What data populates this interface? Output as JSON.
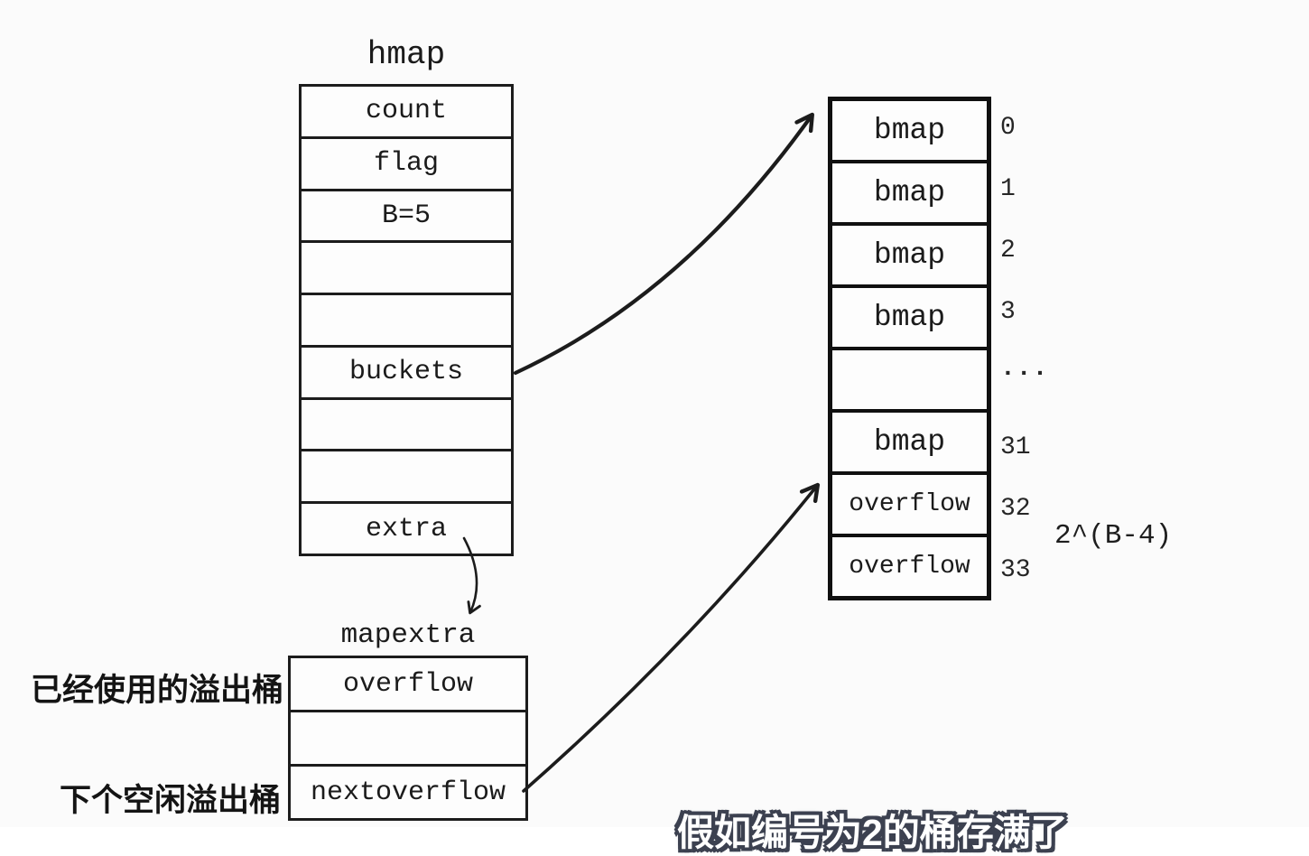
{
  "hmap": {
    "title": "hmap",
    "rows": [
      "count",
      "flag",
      "B=5",
      "",
      "",
      "buckets",
      "",
      "",
      "extra"
    ]
  },
  "bucket_array": {
    "rows": [
      {
        "label": "bmap",
        "index": "0"
      },
      {
        "label": "bmap",
        "index": "1"
      },
      {
        "label": "bmap",
        "index": "2"
      },
      {
        "label": "bmap",
        "index": "3"
      },
      {
        "label": "",
        "index": "..."
      },
      {
        "label": "bmap",
        "index": "31"
      },
      {
        "label": "overflow",
        "index": "32"
      },
      {
        "label": "overflow",
        "index": "33"
      }
    ],
    "size_note": "2^(B-4)"
  },
  "mapextra": {
    "title": "mapextra",
    "rows": [
      "overflow",
      "",
      "nextoverflow"
    ],
    "used_overflow_label": "已经使用的溢出桶",
    "next_free_label": "下个空闲溢出桶"
  },
  "caption": {
    "text": "假如编号为2的桶存满了"
  },
  "colors": {
    "background": "#fbfbfb",
    "ink": "#1c1c1c",
    "caption_fill": "#ffffff",
    "caption_outline": "#3c4150"
  }
}
